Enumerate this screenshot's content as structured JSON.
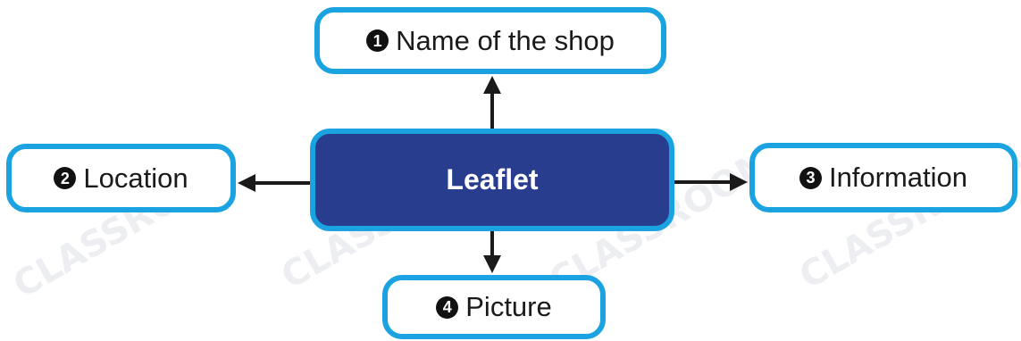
{
  "diagram": {
    "center": {
      "label": "Leaflet"
    },
    "nodes": [
      {
        "number": "1",
        "label": "Name of the shop"
      },
      {
        "number": "2",
        "label": "Location"
      },
      {
        "number": "3",
        "label": "Information"
      },
      {
        "number": "4",
        "label": "Picture"
      }
    ]
  },
  "watermark": {
    "text": "CLASSROOM"
  },
  "colors": {
    "center_fill": "#283d8e",
    "border": "#1aa3e0",
    "arrow": "#1a1a1a"
  }
}
